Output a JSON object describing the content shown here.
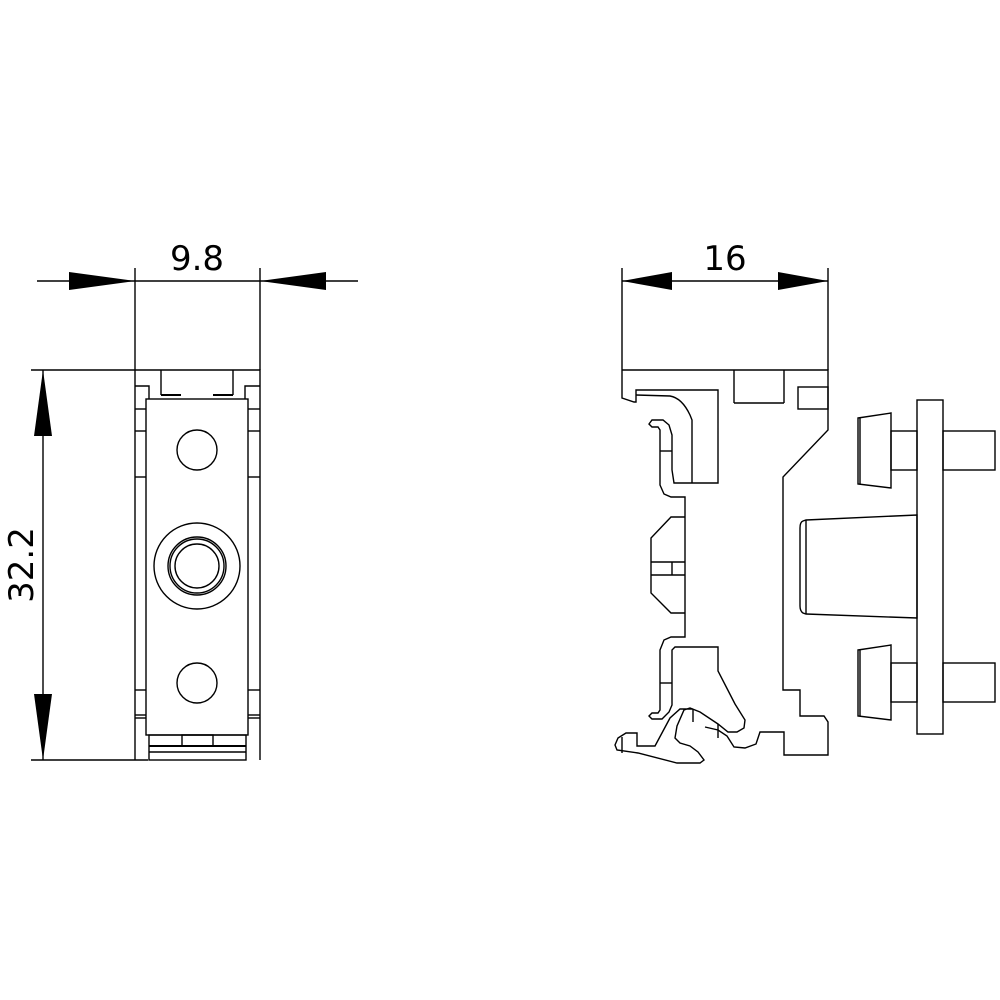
{
  "drawing": {
    "front_view": {
      "width_dimension": "9.8",
      "height_dimension": "32.2"
    },
    "side_view": {
      "depth_dimension": "16"
    },
    "colors": {
      "line": "#000000",
      "background": "#ffffff"
    }
  }
}
